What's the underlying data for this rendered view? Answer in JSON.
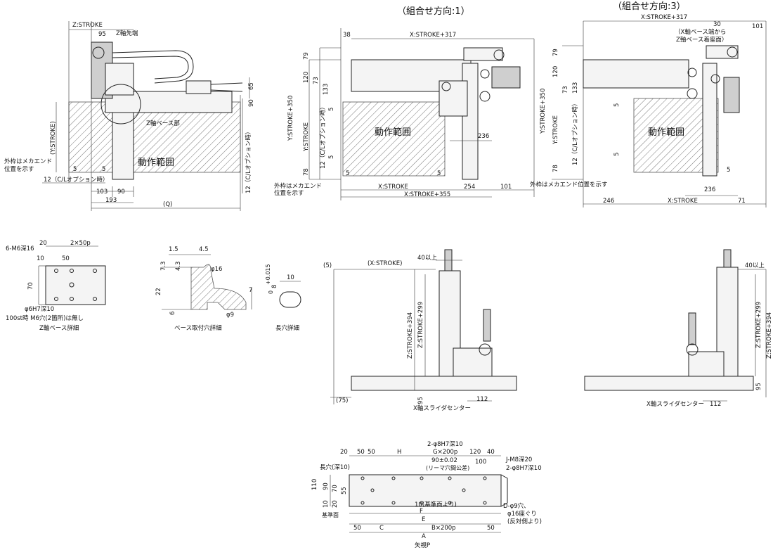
{
  "titles": {
    "combo1": "（組合せ方向:1）",
    "combo3": "（組合せ方向:3）"
  },
  "common": {
    "motion_range": "動作範囲",
    "outer_frame_note": [
      "外枠はメカエンド",
      "位置を示す"
    ],
    "outer_frame_note_one_line": "外枠はメカエンド位置を示す",
    "x_slider_center": "X軸スライダセンター"
  },
  "left_view": {
    "z_stroke": "Z:STROKE",
    "z_tip": "Z軸先端",
    "z_base_part": "Z軸ベース部",
    "y_stroke": "(Y:STROKE)",
    "cl_option": "12（C/Lオプション時）",
    "d95": "95",
    "d65": "65",
    "d90": "90",
    "d5a": "5",
    "d5b": "5",
    "d103": "103",
    "d90b": "90",
    "d193": "193",
    "q": "(Q)"
  },
  "combo1_view": {
    "x_stroke_317": "X:STROKE+317",
    "d38": "38",
    "d79": "79",
    "d120": "120",
    "d73": "73",
    "d133": "133",
    "y_stroke_350": "Y:STROKE+350",
    "y_stroke": "Y:STROKE",
    "cl_option": "12（C/Lオプション時）",
    "d5a": "5",
    "d5b": "5",
    "d78": "78",
    "d236": "236",
    "x_stroke": "X:STROKE",
    "d254": "254",
    "d101": "101",
    "x_stroke_355": "X:STROKE+355",
    "d5c": "5",
    "d5d": "5"
  },
  "combo3_view": {
    "x_stroke_317": "X:STROKE+317",
    "d30": "30",
    "d101": "101",
    "note_x_base": "（X軸ベース端から",
    "note_z_base": "Z軸ベース着座面）",
    "d79": "79",
    "d120": "120",
    "d73": "73",
    "d133": "133",
    "y_stroke_350": "Y:STROKE+350",
    "y_stroke": "Y:STROKE",
    "cl_option": "12（C/Lオプション時）",
    "d5a": "5",
    "d5b": "5",
    "d78": "78",
    "d236": "236",
    "d246": "246",
    "x_stroke": "X:STROKE",
    "d71": "71",
    "d5c": "5"
  },
  "z_base_detail": {
    "hole": "6-M6深16",
    "d20": "20",
    "pitch": "2×50p",
    "d10": "10",
    "d50": "50",
    "d70": "70",
    "pin": "φ6H7深10",
    "note100": "100st時 M6穴(2箇所)は無し",
    "caption": "Z軸ベース詳細"
  },
  "base_hole_detail": {
    "d15": "1.5",
    "d45": "4.5",
    "d73": "7.3",
    "d43": "4.3",
    "d16": "φ16",
    "d22": "22",
    "d6": "6",
    "d7": "7",
    "d9": "φ9",
    "caption": "ベース取付穴詳細"
  },
  "slot_detail": {
    "d8": "8",
    "tol": "+0.015",
    "tol0": "0",
    "d10": "10",
    "caption": "長穴詳細"
  },
  "side_view1": {
    "d5": "(5)",
    "x_stroke": "(X:STROKE)",
    "d40": "40以上",
    "z394": "Z:STROKE+394",
    "z299": "Z:STROKE+299",
    "d95": "95",
    "d75": "(75)",
    "d112": "112"
  },
  "side_view3": {
    "d40": "40以上",
    "z299": "Z:STROKE+299",
    "z394": "Z:STROKE+394",
    "d95": "95",
    "d112": "112"
  },
  "bottom_view": {
    "d20": "20",
    "d50a": "50",
    "d50b": "50",
    "h": "H",
    "pin": "2-φ8H7深10",
    "g": "G×200p",
    "d120": "120",
    "d40": "40",
    "reamer": "90±0.02",
    "reamer_note": "(リーマ穴間公差)",
    "d100": "100",
    "jm8": "J-M8深20",
    "pin2": "2-φ8H7深10",
    "slot": "長穴(深10)",
    "d110": "110",
    "d90": "90",
    "d70": "70",
    "d55": "55",
    "d20b": "20",
    "d10": "10",
    "base_face": "基準面",
    "ref10": "10(基準面より)",
    "f": "F",
    "dhole": "D-φ9穴、",
    "cbore": "φ16座ぐり",
    "opposite": "(反対側より)",
    "e": "E",
    "d50c": "50",
    "c": "C",
    "b": "B×200p",
    "d50d": "50",
    "a": "A",
    "caption": "矢視P"
  }
}
